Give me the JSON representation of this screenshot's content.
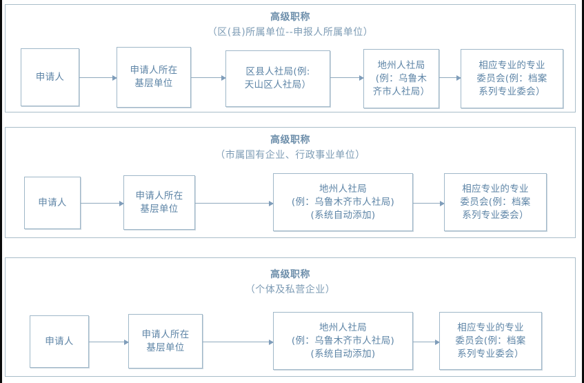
{
  "document": {
    "kind": "flowchart",
    "background_color": "#ffffff",
    "box_border_color": "#9fb7c8",
    "panel_border_color": "#a9bdc9",
    "text_color": "#5d84a6",
    "title_color": "#6e8fab",
    "arrow_color": "#8fa9bd"
  },
  "panels": [
    {
      "id": "panel-1",
      "title": "高级职称",
      "subtitle": "（区(县)所属单位--申报人所属单位）",
      "nodes": [
        {
          "id": "n1",
          "lines": [
            "申请人"
          ]
        },
        {
          "id": "n2",
          "lines": [
            "申请人所在",
            "基层单位"
          ]
        },
        {
          "id": "n3",
          "lines": [
            "区县人社局(例:",
            "天山区人社局）"
          ]
        },
        {
          "id": "n4",
          "lines": [
            "地州人社局",
            "(例：乌鲁木",
            "齐市人社局）"
          ]
        },
        {
          "id": "n5",
          "lines": [
            "相应专业的专业",
            "委员会(例：档案",
            "系列专业委会）"
          ]
        }
      ],
      "arrows": 4
    },
    {
      "id": "panel-2",
      "title": "高级职称",
      "subtitle": "（市属国有企业、行政事业单位）",
      "nodes": [
        {
          "id": "n1",
          "lines": [
            "申请人"
          ]
        },
        {
          "id": "n2",
          "lines": [
            "申请人所在",
            "基层单位"
          ]
        },
        {
          "id": "n3",
          "lines": [
            "地州人社局",
            "(例：乌鲁木齐市人社局)",
            "(系统自动添加)"
          ]
        },
        {
          "id": "n4",
          "lines": [
            "相应专业的专业",
            "委员会(例：档案",
            "系列专业委会）"
          ]
        }
      ],
      "arrows": 3
    },
    {
      "id": "panel-3",
      "title": "高级职称",
      "subtitle": "（个体及私营企业）",
      "nodes": [
        {
          "id": "n1",
          "lines": [
            "申请人"
          ]
        },
        {
          "id": "n2",
          "lines": [
            "申请人所在",
            "基层单位"
          ]
        },
        {
          "id": "n3",
          "lines": [
            "地州人社局",
            "(例：乌鲁木齐市人社局)",
            "(系统自动添加)"
          ]
        },
        {
          "id": "n4",
          "lines": [
            "相应专业的专业",
            "委员会(例：档案",
            "系列专业委会）"
          ]
        }
      ],
      "arrows": 3
    }
  ]
}
